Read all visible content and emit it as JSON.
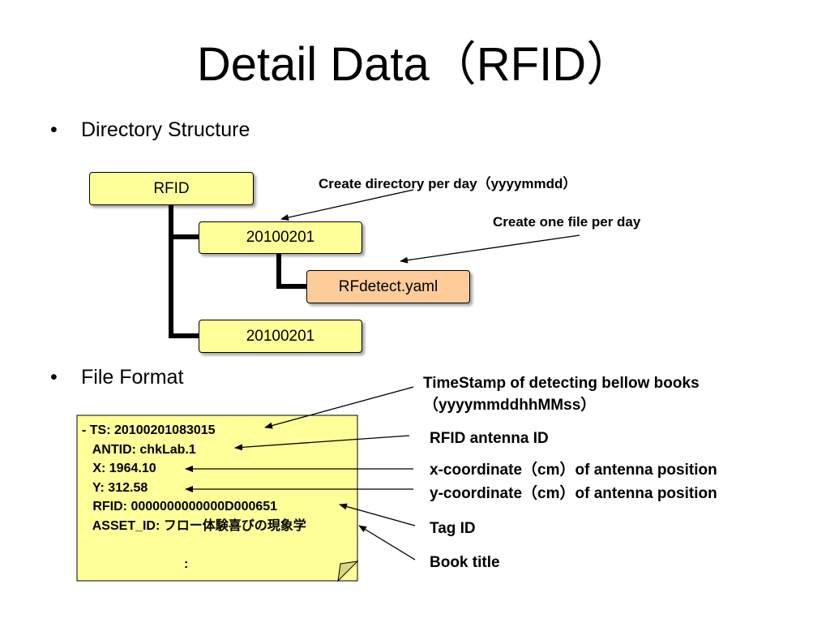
{
  "slide": {
    "title": "Detail Data（RFID）",
    "bullets": {
      "directory_structure": "Directory Structure",
      "file_format": "File Format",
      "marker": "•"
    }
  },
  "directory_tree": {
    "root": "RFID",
    "day_folder_1": "20100201",
    "file": "RFdetect.yaml",
    "day_folder_2": "20100201",
    "annotations": {
      "per_day_directory": "Create directory per day（yyyymmdd）",
      "one_file_per_day": "Create one file per day"
    }
  },
  "file_format": {
    "lines": [
      "- TS: 20100201083015",
      "   ANTID: chkLab.1",
      "   X: 1964.10",
      "   Y: 312.58",
      "   RFID: 0000000000000D000651",
      "   ASSET_ID: フロー体験喜びの現象学"
    ],
    "continuation": ":",
    "annotations": {
      "timestamp_line1": "TimeStamp of detecting bellow books",
      "timestamp_line2": "（yyyymmddhhMMss）",
      "antenna_id": "RFID antenna ID",
      "x_coordinate": "x-coordinate（cm）of antenna position",
      "y_coordinate": "y-coordinate（cm）of antenna position",
      "tag_id": "Tag ID",
      "book_title": "Book title"
    }
  },
  "colors": {
    "folder_fill": "#ffff99",
    "file_fill": "#ffcc99",
    "note_fill": "#ffff99",
    "line": "#000000"
  }
}
